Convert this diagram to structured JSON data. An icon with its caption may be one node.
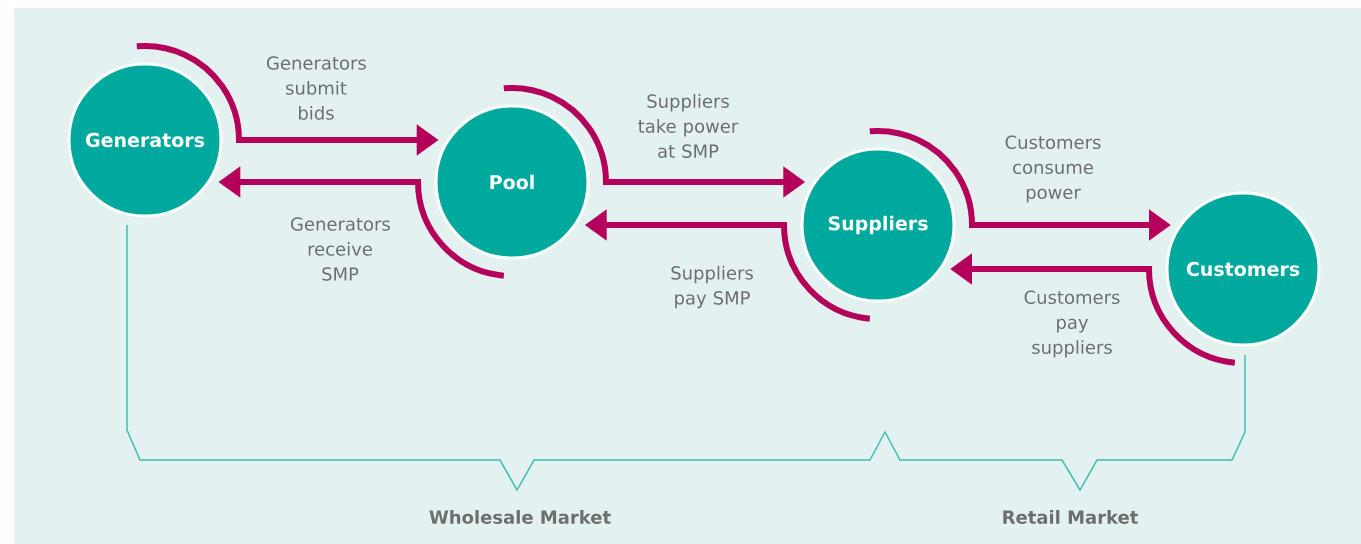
{
  "diagram": {
    "nodes": [
      {
        "text": [
          "Generators"
        ]
      },
      {
        "text": [
          "Pool"
        ]
      },
      {
        "text": [
          "Suppliers"
        ]
      },
      {
        "text": [
          "Customers"
        ]
      }
    ],
    "edges": [
      {
        "from": 0,
        "to": 1,
        "arrow": "to",
        "label": "Generators submit bids"
      },
      {
        "from": 1,
        "to": 0,
        "arrow": "to",
        "label": "Generators receive SMP"
      },
      {
        "from": 1,
        "to": 2,
        "arrow": "to",
        "label": "Suppliers take power at SMP"
      },
      {
        "from": 2,
        "to": 1,
        "arrow": "to",
        "label": "Suppliers pay SMP"
      },
      {
        "from": 2,
        "to": 3,
        "arrow": "to",
        "label": "Customers consume power"
      },
      {
        "from": 3,
        "to": 2,
        "arrow": "to",
        "label": "Customers pay suppliers"
      }
    ],
    "labels": [
      "Wholesale Market",
      "Retail Market"
    ]
  }
}
